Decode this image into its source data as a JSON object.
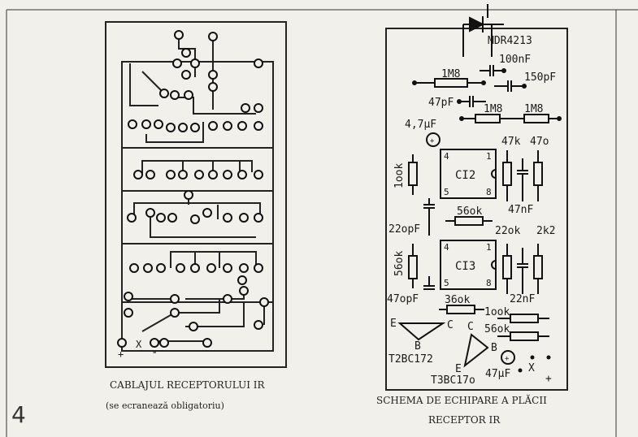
{
  "figure": {
    "number": "4",
    "left_panel": {
      "caption": "CABLAJUL RECEPTORULUI IR",
      "subcaption": "(se ecranează obligatoriu)",
      "pcb_labels": {
        "plus": "+",
        "x": "X",
        "minus": "-"
      }
    },
    "right_panel": {
      "caption_line1": "SCHEMA DE ECHIPARE A PLĂCII",
      "caption_line2": "RECEPTOR IR",
      "components": {
        "diode": "MDR4213",
        "c_100nF": "100nF",
        "c_150pF": "150pF",
        "c_47pF": "47pF",
        "r_1M8_top": "1M8",
        "r_1M8_a": "1M8",
        "r_1M8_b": "1M8",
        "c_4_7uF": "4,7µF",
        "r_47k": "47k",
        "r_470": "47o",
        "r_100k": "1ook",
        "ic2": "CI2",
        "ic3": "CI3",
        "pin4": "4",
        "pin1": "1",
        "pin5": "5",
        "pin8": "8",
        "c_47nF": "47nF",
        "c_220pF": "22opF",
        "r_560k_mid": "56ok",
        "r_220k": "22ok",
        "r_2k2": "2k2",
        "r_560k_left": "56ok",
        "c_470pF": "47opF",
        "r_360k": "36ok",
        "c_22nF": "22nF",
        "r_100k_b": "1ook",
        "r_560k_b": "56ok",
        "t2": "T2BC172",
        "t3": "T3BC17o",
        "c_47uF": "47µF",
        "x_label": "X",
        "plus_label": "+",
        "pin_e": "E",
        "pin_c": "C",
        "pin_b": "B"
      }
    }
  }
}
